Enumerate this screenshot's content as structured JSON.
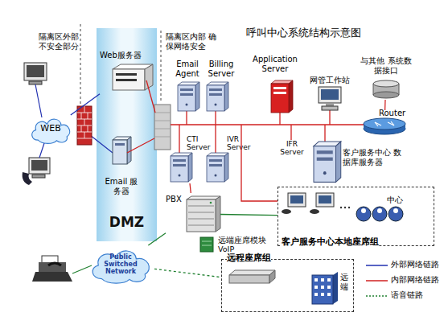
{
  "diagram": {
    "title": "呼叫中心系统结构示意图",
    "nodes": [
      {
        "text": [
          "WEB"
        ]
      },
      {
        "text": [
          "DMZ"
        ]
      },
      {
        "text": [
          "Web服务器"
        ],
        "in": 1
      },
      {
        "text": [
          "Email 服务器"
        ],
        "in": 1
      },
      {
        "text": [
          "Email Agent"
        ]
      },
      {
        "text": [
          "Billing Server"
        ]
      },
      {
        "text": [
          "Application Server"
        ]
      },
      {
        "text": [
          "与其他 系统数据接口"
        ]
      },
      {
        "text": [
          "网管工作站"
        ]
      },
      {
        "text": [
          "Router"
        ]
      },
      {
        "text": [
          "CTI Server"
        ]
      },
      {
        "text": [
          "IVR Server"
        ]
      },
      {
        "text": [
          "IFR Server"
        ]
      },
      {
        "text": [
          "客户服务中心 数据库服务器"
        ]
      },
      {
        "text": [
          "PBX"
        ]
      },
      {
        "text": [
          "客户服务中心本地座席组"
        ]
      },
      {
        "text": [
          "中心"
        ],
        "in": 15
      },
      {
        "text": [
          "远端座席模块 VoIP"
        ]
      },
      {
        "text": [
          "远程座席组"
        ]
      },
      {
        "text": [
          "远端"
        ],
        "in": 18
      },
      {
        "text": [
          "Public Switched Network"
        ]
      }
    ],
    "edges": [
      {
        "from": 0,
        "to": 2,
        "arrow": "none"
      },
      {
        "from": 9,
        "to": 7,
        "arrow": "none"
      },
      {
        "from": 10,
        "to": 14,
        "arrow": "none"
      },
      {
        "from": 14,
        "to": 15,
        "arrow": "none"
      },
      {
        "from": 14,
        "to": 20,
        "arrow": "none"
      },
      {
        "from": 20,
        "to": 18,
        "arrow": "none"
      },
      {
        "from": 17,
        "to": 18,
        "arrow": "none"
      }
    ],
    "labels": [
      "隔离区外部 不安全部分",
      "隔离区内部 确保网络安全"
    ],
    "legend": [
      {
        "text": "外部网络链路"
      },
      {
        "text": "内部网络链路"
      },
      {
        "text": "语音链路"
      }
    ]
  }
}
